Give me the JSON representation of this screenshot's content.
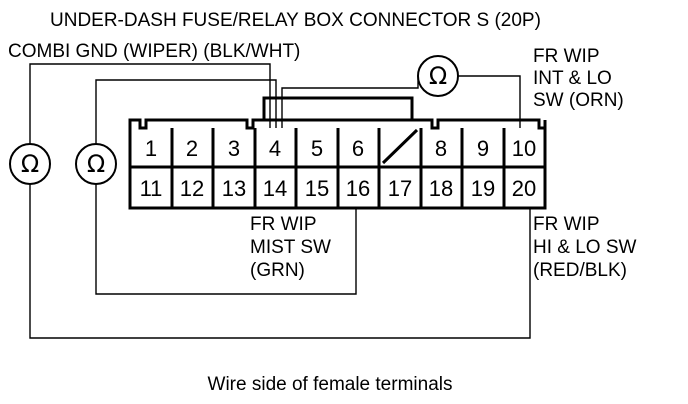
{
  "title": "UNDER-DASH FUSE/RELAY BOX CONNECTOR S (20P)",
  "labels": {
    "combi_gnd": "COMBI GND (WIPER) (BLK/WHT)",
    "fr_wip_int_lo": [
      "FR WIP",
      "INT & LO",
      "SW (ORN)"
    ],
    "fr_wip_mist": [
      "FR WIP",
      "MIST SW",
      "(GRN)"
    ],
    "fr_wip_hi_lo": [
      "FR WIP",
      "HI & LO SW",
      "(RED/BLK)"
    ]
  },
  "pins": {
    "top": [
      "1",
      "2",
      "3",
      "4",
      "5",
      "6",
      "",
      "8",
      "9",
      "10"
    ],
    "bottom": [
      "11",
      "12",
      "13",
      "14",
      "15",
      "16",
      "17",
      "18",
      "19",
      "20"
    ]
  },
  "meter_symbol": "Ω",
  "caption": "Wire side of female terminals"
}
